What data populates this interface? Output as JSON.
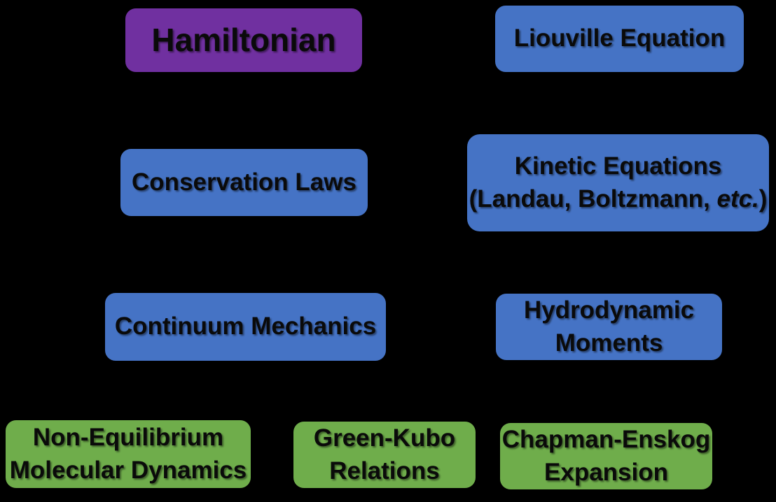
{
  "diagram": {
    "title": "Statistical mechanics coarse-graining flowchart",
    "colors": {
      "background": "#000000",
      "purple": "#7030A0",
      "blue": "#4573C5",
      "green": "#6FAD4B",
      "text": "#0a0a0a"
    },
    "boxes": {
      "hamiltonian": {
        "label": "Hamiltonian"
      },
      "liouville_equation": {
        "label": "Liouville Equation"
      },
      "conservation_laws": {
        "label": "Conservation Laws"
      },
      "kinetic_equations": {
        "line1": "Kinetic Equations",
        "line2_prefix": "(Landau, Boltzmann, ",
        "line2_italic": "etc.",
        "line2_suffix": ")"
      },
      "continuum_mechanics": {
        "label": "Continuum Mechanics"
      },
      "hydrodynamic_moments": {
        "line1": "Hydrodynamic",
        "line2": "Moments"
      },
      "nemd": {
        "line1": "Non-Equilibrium",
        "line2": "Molecular Dynamics"
      },
      "green_kubo": {
        "line1": "Green-Kubo",
        "line2": "Relations"
      },
      "chapman_enskog": {
        "line1": "Chapman-Enskog",
        "line2": "Expansion"
      }
    }
  }
}
